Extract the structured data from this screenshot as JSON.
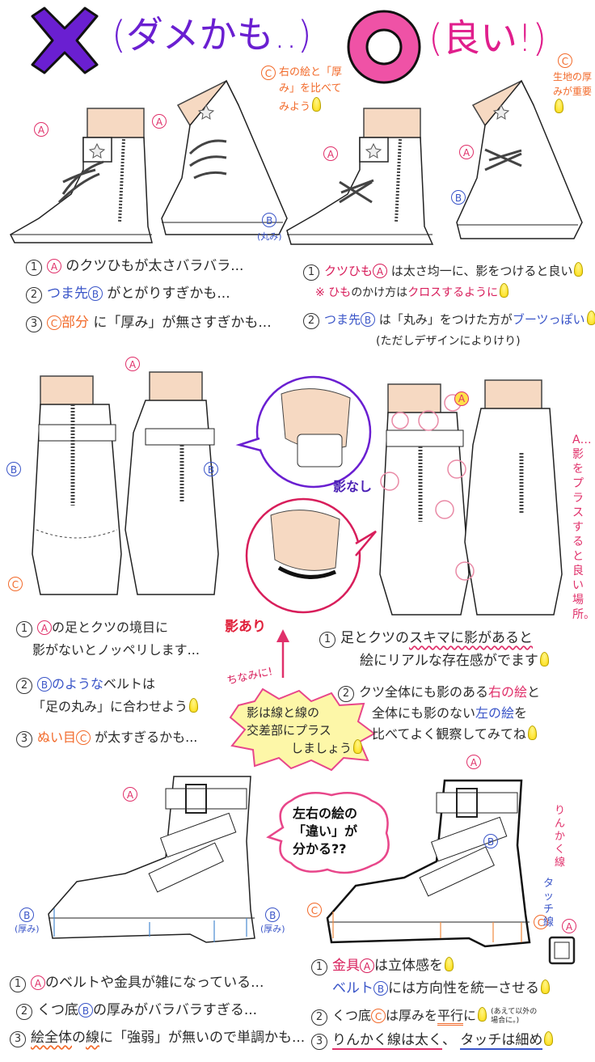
{
  "header": {
    "bad_mark": "✕",
    "bad_label": "(ダメかも..)",
    "good_mark": "◯",
    "good_label": "(良い!)",
    "bad_color": "#6a1fd1",
    "good_color": "#ef3fa0"
  },
  "section1": {
    "bad_side": {
      "callout_c": "右の絵と「厚み」を比べてみよう",
      "marker_a": "A",
      "marker_c": "C",
      "notes": [
        {
          "num": "1",
          "marker": "A",
          "text": "のクツひもが太さバラバラ..."
        },
        {
          "num": "2",
          "colored": "つま先",
          "marker": "B",
          "text": "がとがりすぎかも..."
        },
        {
          "num": "3",
          "marker": "C",
          "colored": "部分",
          "text": "に「厚み」が無さすぎかも..."
        }
      ]
    },
    "good_side": {
      "callout_c": "生地の厚みが重要",
      "marker_a": "A",
      "marker_b": "B",
      "marker_b_label": "(丸み)",
      "marker_c": "C",
      "notes": [
        {
          "num": "1",
          "colored": "クツひも",
          "marker": "A",
          "text": "は太さ均一に、影をつけると良い"
        },
        {
          "sub": "※",
          "colored": "ひも",
          "text": "のかけ方は",
          "colored2": "クロスするように"
        },
        {
          "num": "2",
          "colored": "つま先",
          "marker": "B",
          "text": "は「丸み」をつけた方が",
          "colored2": "ブーツっぽい"
        },
        {
          "text": "(ただしデザインによりけり)"
        }
      ]
    }
  },
  "section2": {
    "bad_side": {
      "marker_a": "A",
      "marker_b": "B",
      "marker_c": "C",
      "notes": [
        {
          "num": "1",
          "marker": "A",
          "text": "の足とクツの境目に",
          "text2": "影がないとノッペリします..."
        },
        {
          "num": "2",
          "marker": "B",
          "colored": "のような",
          "text": "ベルトは",
          "text2": "「足の丸み」に合わせよう"
        },
        {
          "num": "3",
          "colored": "ぬい目",
          "marker": "C",
          "text": "が太すぎるかも..."
        }
      ]
    },
    "middle": {
      "no_shadow_label": "影なし",
      "with_shadow_label": "影あり",
      "by_the_way": "ちなみに!",
      "tip_line1": "影は線と線の",
      "tip_line2": "交差部にプラス",
      "tip_line3": "しましょう"
    },
    "good_side": {
      "marker_a": "A",
      "side_note": "A…影をプラスすると良い場所。",
      "notes": [
        {
          "num": "1",
          "text": "足とクツの",
          "wavy": "スキマに影があると",
          "text2": "絵にリアルな存在感がでます"
        },
        {
          "num": "2",
          "text": "クツ全体にも影のある",
          "colored": "右の絵",
          "tail": "と",
          "text2": "全体にも影のない",
          "colored2": "左の絵",
          "tail2": "を",
          "text3": "比べてよく観察してみてね"
        }
      ]
    }
  },
  "section3": {
    "question_bubble": [
      "左右の絵の",
      "「違い」が",
      "分かる??"
    ],
    "bad_side": {
      "marker_a": "A",
      "marker_b": "B",
      "thickness_label": "(厚み)",
      "notes": [
        {
          "num": "1",
          "marker": "A",
          "text": "のベルトや金具が雑になっている..."
        },
        {
          "num": "2",
          "text": "くつ底",
          "marker": "B",
          "text2": "の厚みがバラバラすぎる..."
        },
        {
          "num": "3",
          "wavy1": "絵全体",
          "text": "の",
          "wavy2": "線",
          "text2": "に「強弱」が無いので単調かも..."
        }
      ]
    },
    "good_side": {
      "marker_a": "A",
      "marker_b": "B",
      "marker_c": "C",
      "outline_label": "りんかく線",
      "touch_label": "タッチ線",
      "notes": [
        {
          "num": "1",
          "colored": "金具",
          "marker": "A",
          "text": "は立体感を",
          "text2_colored": "ベルト",
          "marker2": "B",
          "text2": "には方向性を統一させる"
        },
        {
          "num": "2",
          "text": "くつ底",
          "marker": "C",
          "text2": "は厚みを",
          "ul": "平行",
          "text3": "に",
          "aside": "(あえて以外の場合に。)"
        },
        {
          "num": "3",
          "ul_red": "りんかく線は太く",
          "sep": "、",
          "ul_blue": "タッチは細め"
        }
      ]
    }
  }
}
